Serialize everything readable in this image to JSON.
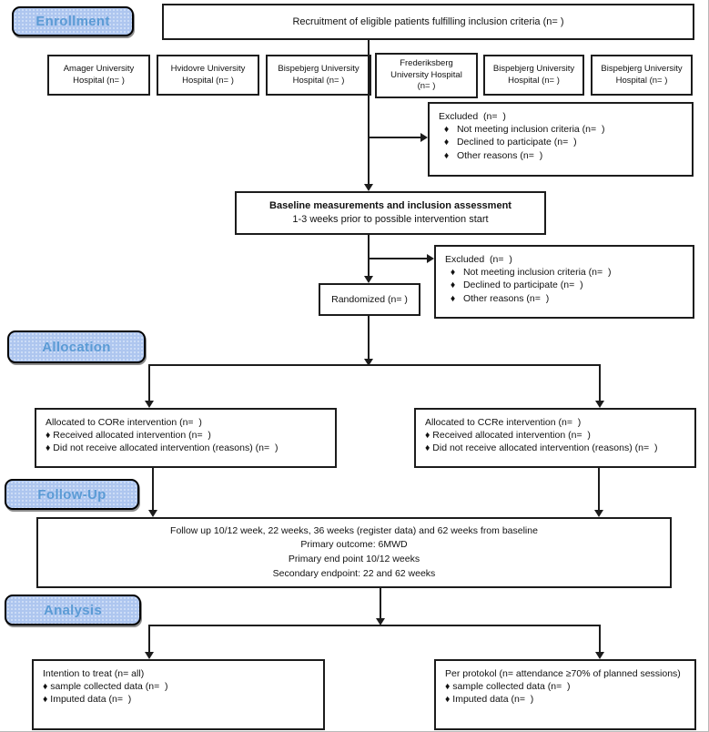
{
  "colors": {
    "stage_label_bg": "#aec6ef",
    "stage_label_text": "#5b9bd5",
    "box_border": "#1c1c1c",
    "line": "#1c1c1c"
  },
  "stage_labels": {
    "enrollment": "Enrollment",
    "allocation": "Allocation",
    "followup": "Follow-Up",
    "analysis": "Analysis"
  },
  "recruitment": {
    "text": "Recruitment of eligible patients fulfilling inclusion criteria (n=  )"
  },
  "hospitals": [
    {
      "text": "Amager University\nHospital (n=  )"
    },
    {
      "text": "Hvidovre University\nHospital (n=  )"
    },
    {
      "text": "Bispebjerg University\nHospital (n=  )"
    },
    {
      "text": "Frederiksberg\nUniversity Hospital\n(n=  )"
    },
    {
      "text": "Bispebjerg University\nHospital (n=  )"
    },
    {
      "text": "Bispebjerg University\nHospital (n=  )"
    }
  ],
  "excluded_top": {
    "text": "Excluded  (n=  )\n  ♦   Not meeting inclusion criteria (n=  )\n  ♦   Declined to participate (n=  )\n  ♦   Other reasons (n=  )"
  },
  "baseline": {
    "title": "Baseline measurements and inclusion assessment",
    "subtitle": "1-3 weeks prior to possible intervention start"
  },
  "excluded_mid": {
    "text": "Excluded  (n=  )\n  ♦   Not meeting inclusion criteria (n=  )\n  ♦   Declined to participate (n=  )\n  ♦   Other reasons (n=  )"
  },
  "randomized": {
    "text": "Randomized (n=  )"
  },
  "alloc_left": {
    "text": "Allocated to CORe intervention (n=  )\n♦ Received allocated intervention (n=  )\n♦ Did not receive allocated intervention (reasons) (n=  )"
  },
  "alloc_right": {
    "text": "Allocated to CCRe intervention (n=  )\n♦ Received allocated intervention (n=  )\n♦ Did not receive allocated intervention (reasons) (n=  )"
  },
  "followup_box": {
    "text": "Follow up 10/12 week, 22 weeks, 36 weeks (register data) and 62 weeks from baseline\nPrimary outcome: 6MWD\nPrimary end point 10/12 weeks\nSecondary endpoint: 22 and 62 weeks"
  },
  "analysis_left": {
    "text": "Intention to treat (n= all)\n♦ sample collected data (n=  )\n♦ Imputed data (n=  )"
  },
  "analysis_right": {
    "text": "Per protokol (n= attendance ≥70% of planned sessions)\n♦ sample collected data (n=  )\n♦ Imputed data (n=  )"
  }
}
